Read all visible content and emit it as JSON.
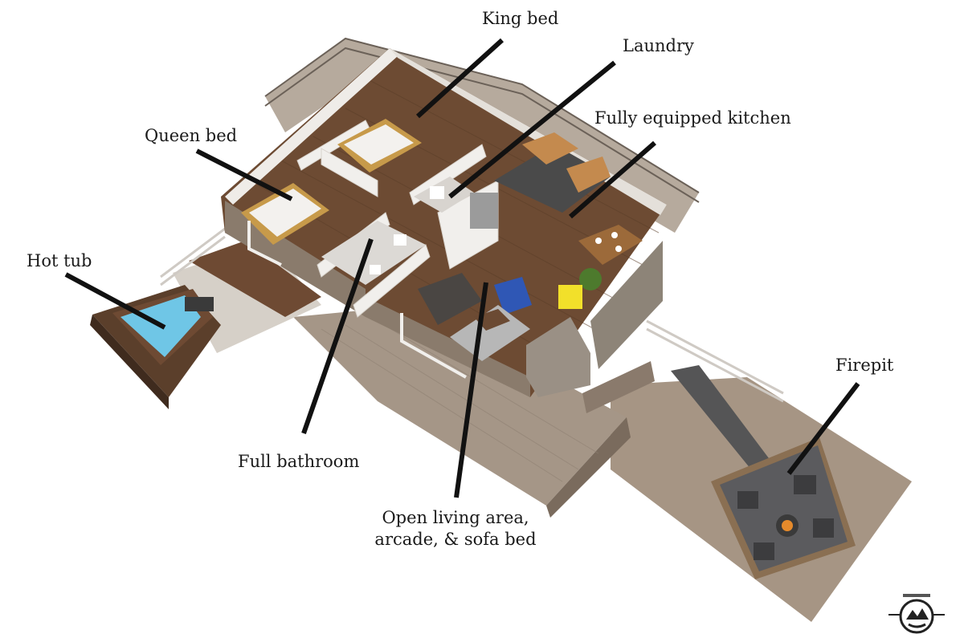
{
  "labels": {
    "king_bed": "King bed",
    "laundry": "Laundry",
    "kitchen": "Fully equipped kitchen",
    "queen_bed": "Queen bed",
    "hot_tub": "Hot tub",
    "firepit": "Firepit",
    "full_bathroom": "Full bathroom",
    "living_line1": "Open living area,",
    "living_line2": "arcade, & sofa bed"
  },
  "colors": {
    "leader_line": "#111111",
    "floor_wood": "#6b4a33",
    "wall": "#f1efec",
    "deck": "#a08f80",
    "stone": "#8d8478",
    "water": "#6fc6e6",
    "gravel": "#9c8a78",
    "firepit_pad": "#5a5a5c"
  },
  "icons": [
    "watermark-logo-icon"
  ]
}
